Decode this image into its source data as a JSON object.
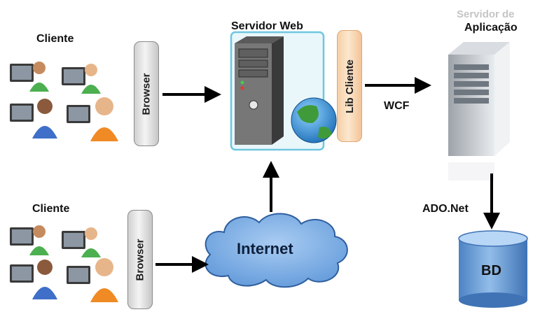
{
  "top_client": {
    "title": "Cliente",
    "browser": "Browser"
  },
  "bottom_client": {
    "title": "Cliente",
    "browser": "Browser"
  },
  "web_server": {
    "title": "Servidor Web",
    "lib": "Lib Cliente"
  },
  "app_server": {
    "title_line1": "Servidor de",
    "title_line2": "Aplicação"
  },
  "connections": {
    "wcf": "WCF",
    "ado": "ADO.Net"
  },
  "internet": {
    "label": "Internet"
  },
  "database": {
    "label": "BD"
  }
}
